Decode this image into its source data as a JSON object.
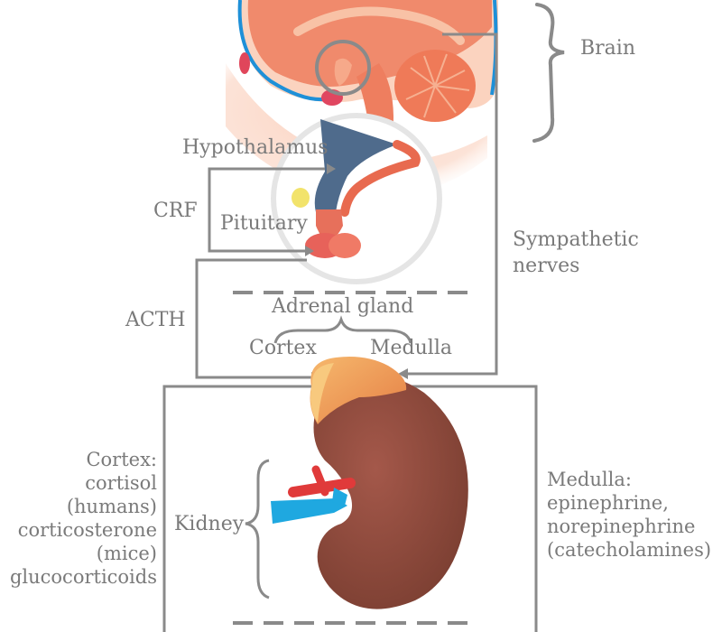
{
  "labels": {
    "brain": "Brain",
    "hypothalamus": "Hypothalamus",
    "crf": "CRF",
    "pituitary": "Pituitary",
    "sympathetic_nerves": [
      "Sympathetic",
      "nerves"
    ],
    "acth": "ACTH",
    "adrenal_gland": "Adrenal gland",
    "cortex": "Cortex",
    "medulla": "Medulla",
    "kidney": "Kidney",
    "cortex_products": [
      "Cortex:",
      "cortisol",
      "(humans)",
      "corticosterone",
      "(mice)",
      "glucocorticoids"
    ],
    "medulla_products": [
      "Medulla:",
      "epinephrine,",
      "norepinephrine",
      "(catecholamines)"
    ]
  },
  "colors": {
    "line": "#8a8a8a",
    "text": "#7a7a7a",
    "brain_tissue": "#f08a6c",
    "brain_light": "#f8b79d",
    "hypothalamus_fill": "#4f6b8c",
    "pituitary_fill": "#e7705b",
    "pineal": "#f2e36b",
    "kidney": "#8b4a3a",
    "adrenal": "#f3a25e",
    "artery": "#e03a3a",
    "vein": "#1fa8e0",
    "membrane": "#1e90d8"
  }
}
